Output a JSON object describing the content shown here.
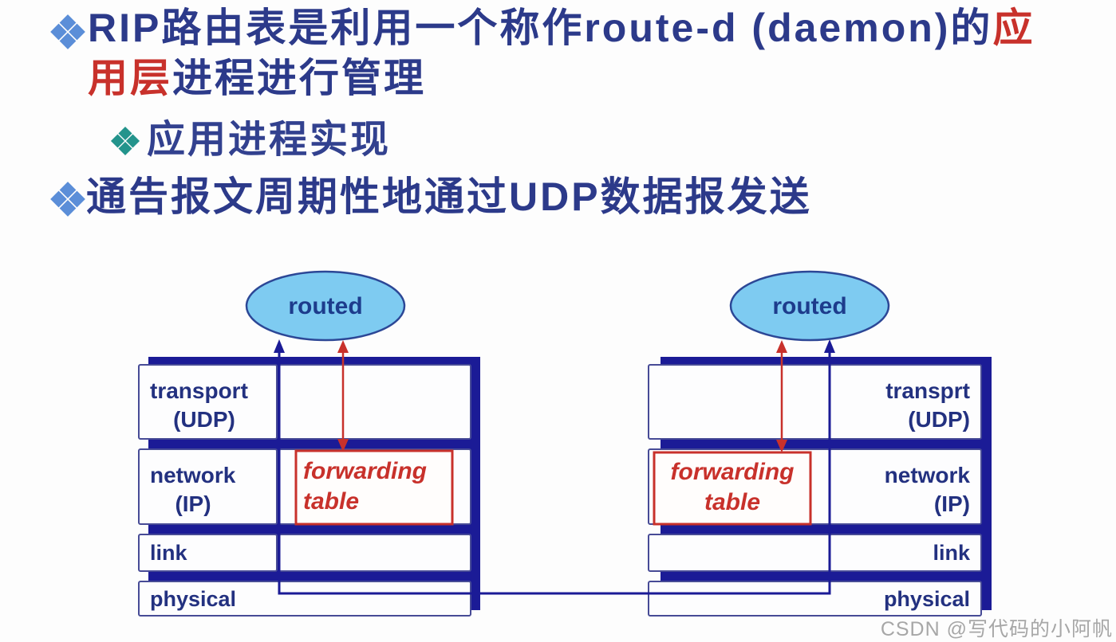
{
  "content": {
    "bullet1": {
      "line1_blue": "RIP路由表是利用一个称作route-d (daemon)的",
      "line1_red": "应",
      "line2_red": "用层",
      "line2_blue": "进程进行管理"
    },
    "sub_bullet": "应用进程实现",
    "bullet2": "通告报文周期性地通过UDP数据报发送"
  },
  "diagram": {
    "hosts": [
      {
        "daemon": "routed",
        "transport_line1": "transport",
        "transport_line2": "(UDP)",
        "network_line1": "network",
        "network_line2": "(IP)",
        "link_label": "link",
        "physical_label": "physical",
        "forwarding_line1": "forwarding",
        "forwarding_line2": "table"
      },
      {
        "daemon": "routed",
        "transport_line1": "transprt",
        "transport_line2": "(UDP)",
        "network_line1": "network",
        "network_line2": "(IP)",
        "link_label": "link",
        "physical_label": "physical",
        "forwarding_line1": "forwarding",
        "forwarding_line2": "table"
      }
    ]
  },
  "watermark": "CSDN @写代码的小阿帆",
  "colors": {
    "heading_blue": "#2c3a8a",
    "accent_red": "#c8312b",
    "bullet_diamond_blue": "#5b8ed8",
    "sub_bullet_diamond_teal": "#23948c",
    "stack_frame_navy": "#1b1b96",
    "layer_box_border": "#474b96",
    "layer_label_navy": "#233180",
    "daemon_ellipse_fill": "#7ecbf1",
    "forwarding_red": "#c8312b",
    "watermark_gray": "#a7a7a7"
  }
}
